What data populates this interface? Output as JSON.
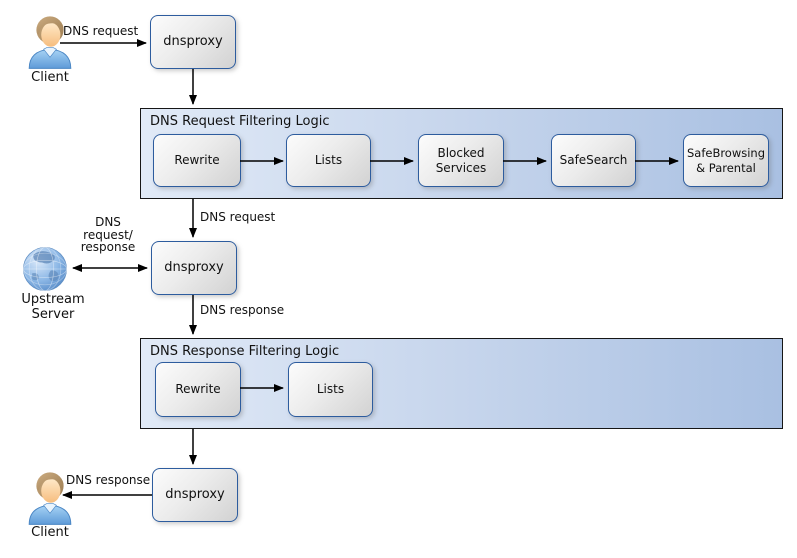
{
  "diagram": {
    "client_top": {
      "label": "Client"
    },
    "client_bottom": {
      "label": "Client"
    },
    "upstream": {
      "label": "Upstream Server"
    },
    "proxy_top": {
      "label": "dnsproxy"
    },
    "proxy_mid": {
      "label": "dnsproxy"
    },
    "proxy_bottom": {
      "label": "dnsproxy"
    },
    "request_container": {
      "title": "DNS Request Filtering Logic",
      "steps": [
        "Rewrite",
        "Lists",
        "Blocked Services",
        "SafeSearch",
        "SafeBrowsing & Parental"
      ]
    },
    "response_container": {
      "title": "DNS Response Filtering Logic",
      "steps": [
        "Rewrite",
        "Lists"
      ]
    },
    "edge_labels": {
      "client_request": "DNS request",
      "filtered_request": "DNS request",
      "upstream_exchange": "DNS\nrequest/\nresponse",
      "proxy_response": "DNS response",
      "client_response": "DNS response"
    },
    "colors": {
      "node_border": "#2d5c9e",
      "node_fill_light": "#fcfcfc",
      "node_fill_dark": "#d2d2d2",
      "container_fill_left": "#e1eaf7",
      "container_fill_right": "#a9c0e2",
      "container_border": "#161616",
      "arrow": "#000000",
      "person_shirt": "#8ec4f0",
      "person_hair": "#b5936b",
      "globe_blue": "#6fa3dc"
    }
  }
}
